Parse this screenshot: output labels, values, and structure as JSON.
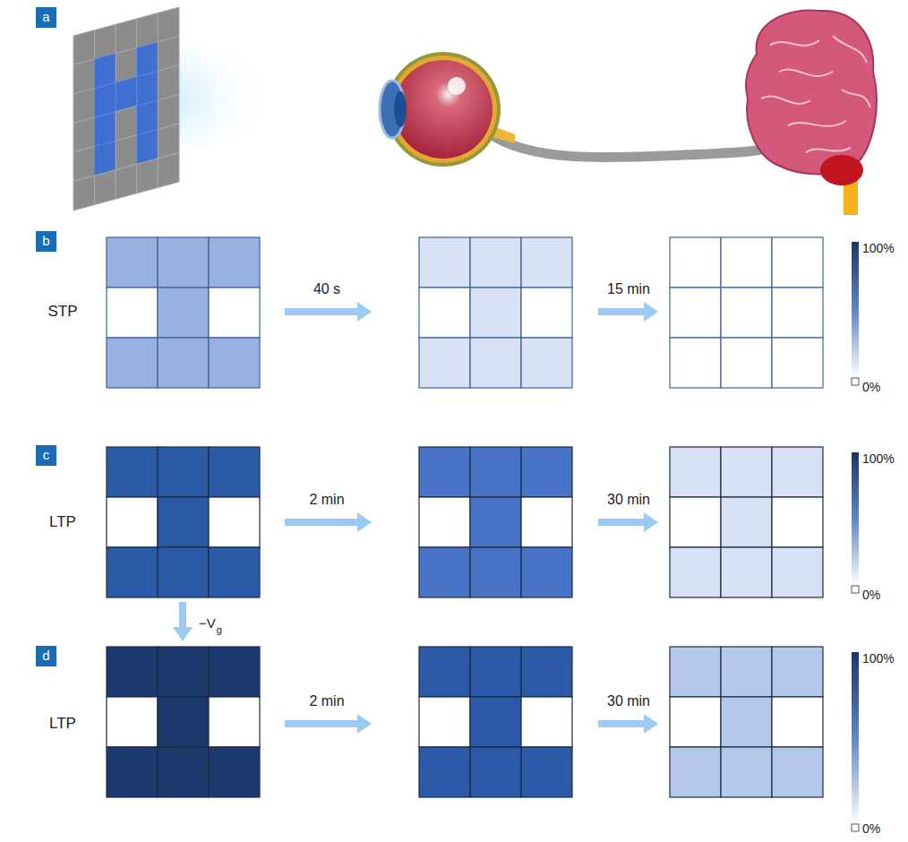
{
  "diagram": {
    "labels": [
      "a",
      "b",
      "STP",
      "40 s",
      "15 min",
      "100%",
      "0%",
      "c",
      "LTP",
      "2 min",
      "30 min",
      "100%",
      "0%",
      "−V",
      "g",
      "d",
      "LTP",
      "2 min",
      "30 min",
      "100%",
      "0%"
    ]
  }
}
